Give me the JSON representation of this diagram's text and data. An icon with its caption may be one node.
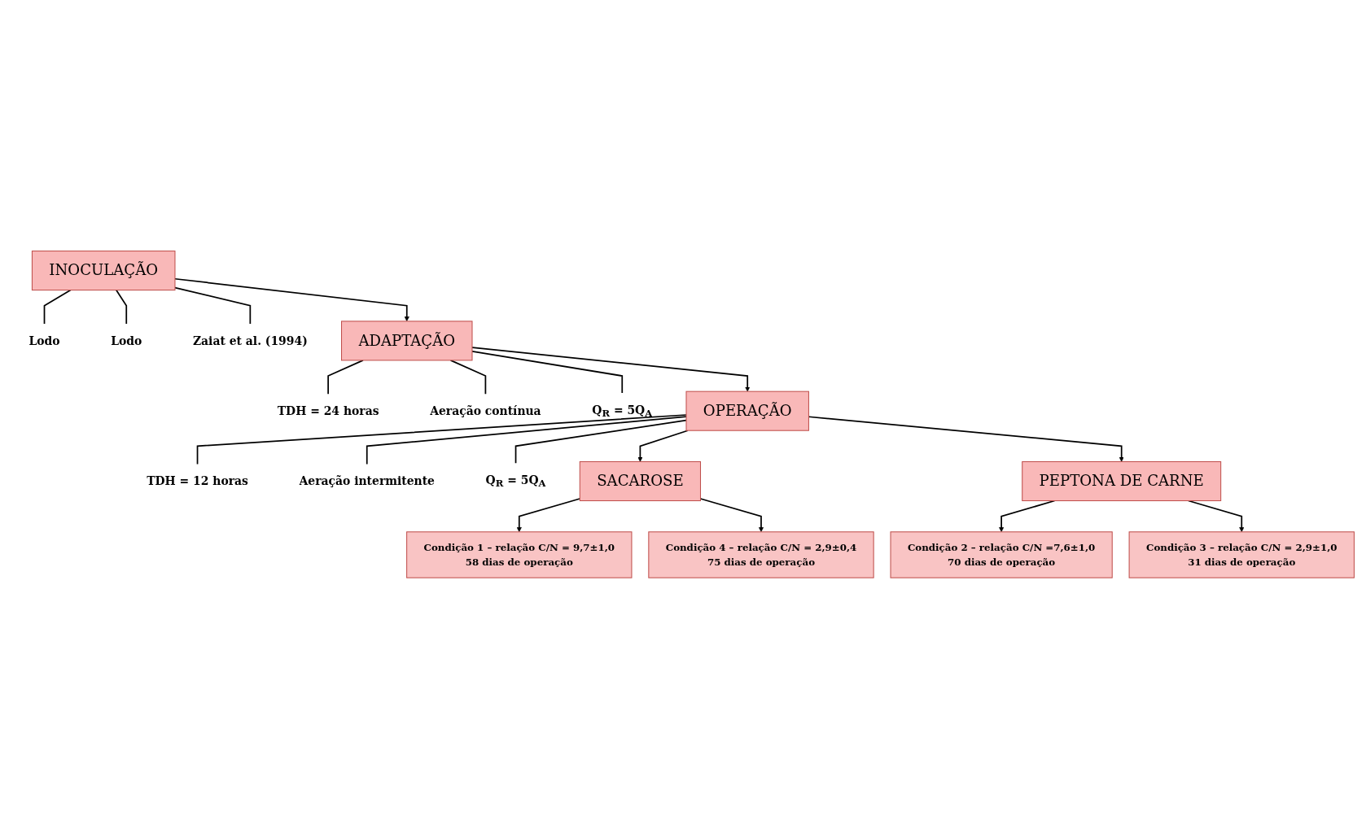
{
  "diagram": {
    "nodes": [
      {
        "text": [
          "INOCULAÇÃO"
        ]
      },
      {
        "text": [
          "Lodo"
        ]
      },
      {
        "text": [
          "Lodo"
        ]
      },
      {
        "text": [
          "Zaiat et al. (1994)"
        ]
      },
      {
        "text": [
          "ADAPTAÇÃO"
        ]
      },
      {
        "text": [
          "TDH = 24 horas"
        ]
      },
      {
        "text": [
          "Aeração contínua"
        ]
      },
      {
        "text": [
          "Q$_{R}$ = 5Q$_{A}$"
        ]
      },
      {
        "text": [
          "OPERAÇÃO"
        ]
      },
      {
        "text": [
          "TDH = 12 horas"
        ]
      },
      {
        "text": [
          "Aeração intermitente"
        ]
      },
      {
        "text": [
          "Q$_{R}$ = 5Q$_{A}$"
        ]
      },
      {
        "text": [
          "SACAROSE"
        ]
      },
      {
        "text": [
          "PEPTONA DE CARNE"
        ]
      },
      {
        "text": [
          "Condição 1 – relação C/N = 9,7±1,0",
          "58 dias de operação"
        ]
      },
      {
        "text": [
          "Condição 4 – relação C/N = 2,9±0,4",
          "75 dias de operação"
        ]
      },
      {
        "text": [
          "Condição 2 – relação C/N =7,6±1,0",
          "70 dias de operação"
        ]
      },
      {
        "text": [
          "Condição 3 – relação C/N = 2,9±1,0",
          "31 dias de operação"
        ]
      }
    ],
    "edges": [
      {
        "from": 0,
        "to": 1,
        "arrow": "none"
      },
      {
        "from": 0,
        "to": 2,
        "arrow": "none"
      },
      {
        "from": 0,
        "to": 3,
        "arrow": "none"
      },
      {
        "from": 0,
        "to": 4,
        "arrow": "to"
      },
      {
        "from": 4,
        "to": 5,
        "arrow": "none"
      },
      {
        "from": 4,
        "to": 6,
        "arrow": "none"
      },
      {
        "from": 4,
        "to": 7,
        "arrow": "none"
      },
      {
        "from": 4,
        "to": 8,
        "arrow": "to"
      },
      {
        "from": 8,
        "to": 9,
        "arrow": "none"
      },
      {
        "from": 8,
        "to": 10,
        "arrow": "none"
      },
      {
        "from": 8,
        "to": 11,
        "arrow": "none"
      },
      {
        "from": 8,
        "to": 12,
        "arrow": "to"
      },
      {
        "from": 8,
        "to": 13,
        "arrow": "to"
      },
      {
        "from": 12,
        "to": 14,
        "arrow": "to"
      },
      {
        "from": 12,
        "to": 15,
        "arrow": "to"
      },
      {
        "from": 13,
        "to": 16,
        "arrow": "to"
      },
      {
        "from": 13,
        "to": 17,
        "arrow": "to"
      }
    ]
  }
}
